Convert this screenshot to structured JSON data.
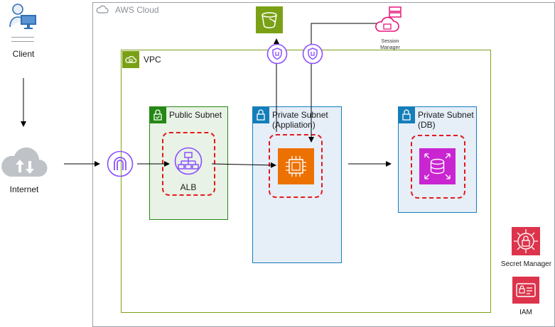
{
  "client": {
    "label": "Client"
  },
  "internet": {
    "label": "Internet"
  },
  "aws_cloud": {
    "label": "AWS Cloud"
  },
  "vpc": {
    "label": "VPC"
  },
  "public_subnet": {
    "label": "Public Subnet"
  },
  "private_subnet_app": {
    "line1": "Private Subnet",
    "line2": "(Appliation)"
  },
  "private_subnet_db": {
    "line1": "Private Subnet",
    "line2": "(DB)"
  },
  "alb": {
    "label": "ALB"
  },
  "session_manager": {
    "line1": "Session",
    "line2": "Manager"
  },
  "secret_manager": {
    "label": "Secret Manager"
  },
  "iam": {
    "label": "IAM"
  },
  "colors": {
    "ec2": "#ed7100",
    "rds": "#c925d1",
    "s3": "#7aa116",
    "security": "#dd344c",
    "management": "#e7157b",
    "endpoint": "#8c4fff",
    "public": "#248814",
    "private": "#147eba"
  }
}
